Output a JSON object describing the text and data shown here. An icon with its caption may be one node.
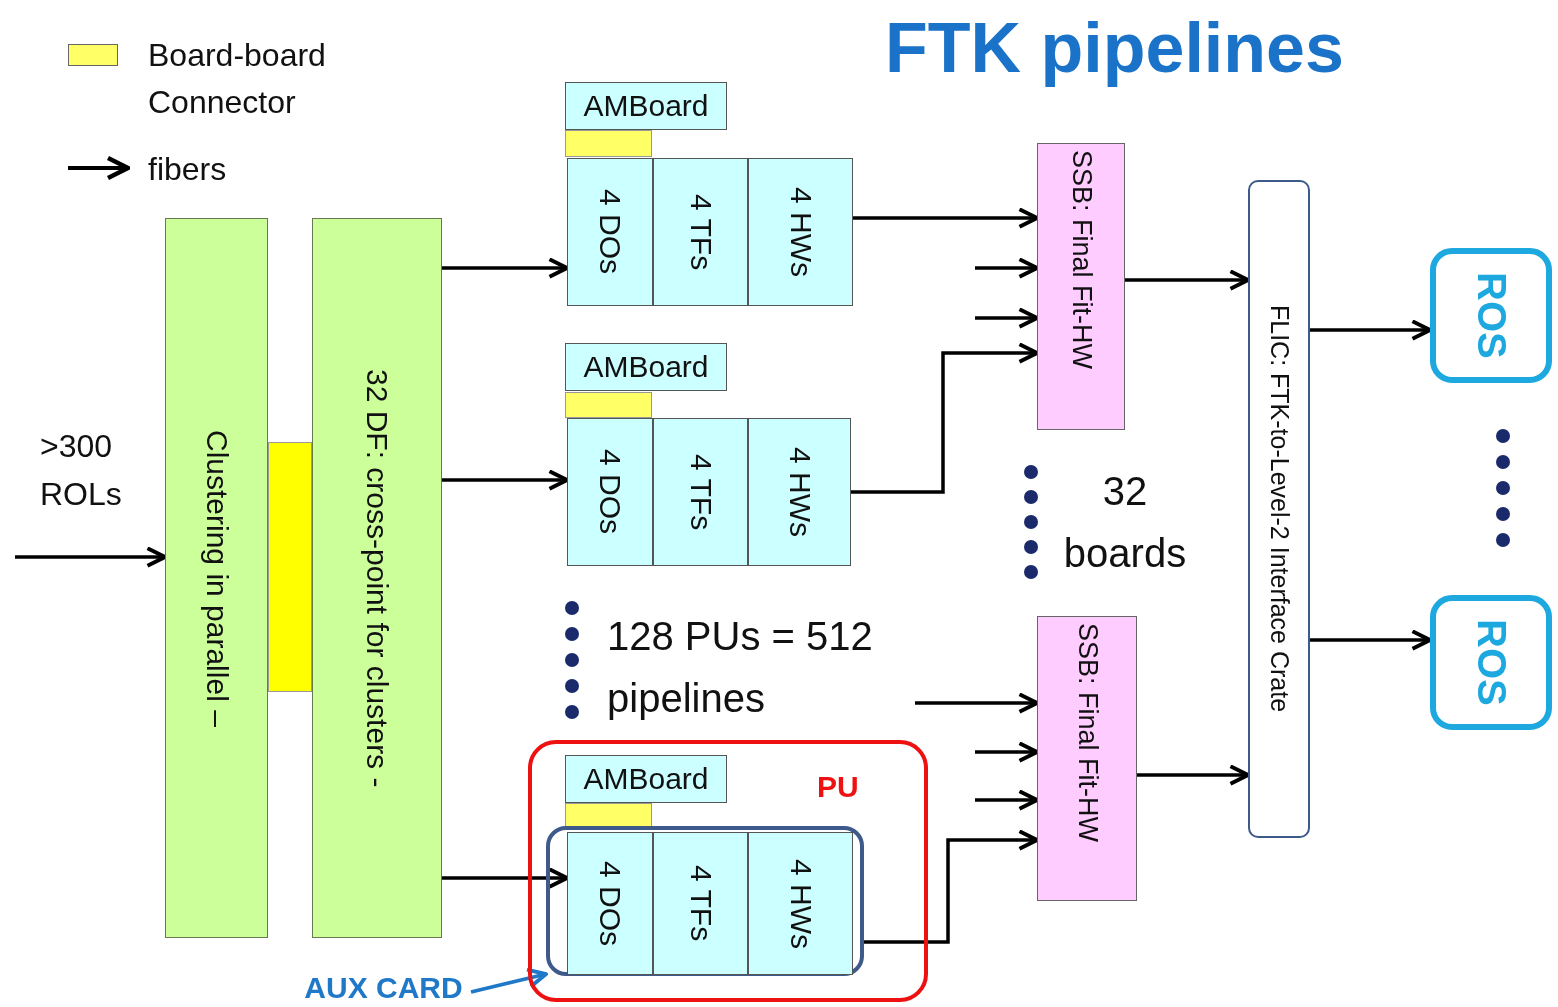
{
  "diagram": {
    "title": "FTK pipelines",
    "nodes": [
      {
        "text": [
          "Clustering in parallel –"
        ]
      },
      {
        "text": [
          "32 DF:  cross-point for clusters -"
        ]
      },
      {
        "text": [],
        "shape": "bar"
      },
      {
        "text": [
          "AMBoard"
        ]
      },
      {
        "text": [],
        "shape": "bar"
      },
      {
        "text": [
          "4 DOs"
        ]
      },
      {
        "text": [
          "4 TFs"
        ]
      },
      {
        "text": [
          "4 HWs"
        ]
      },
      {
        "text": [
          "AMBoard"
        ]
      },
      {
        "text": [],
        "shape": "bar"
      },
      {
        "text": [
          "4 DOs"
        ]
      },
      {
        "text": [
          "4 TFs"
        ]
      },
      {
        "text": [
          "4 HWs"
        ]
      },
      {
        "text": [
          "PU"
        ]
      },
      {
        "text": [
          "AMBoard"
        ],
        "in": 13
      },
      {
        "text": [],
        "shape": "bar",
        "in": 13
      },
      {
        "text": [],
        "shape": "box",
        "in": 13
      },
      {
        "text": [
          "4 DOs"
        ],
        "in": 16
      },
      {
        "text": [
          "4 TFs"
        ],
        "in": 16
      },
      {
        "text": [
          "4 HWs"
        ],
        "in": 16
      },
      {
        "text": [
          "SSB: Final Fit-HW"
        ]
      },
      {
        "text": [
          "SSB: Final Fit-HW"
        ]
      },
      {
        "text": [
          "FLIC:  FTK-to-Level-2 Interface Crate"
        ]
      },
      {
        "text": [
          "ROS"
        ]
      },
      {
        "text": [
          "ROS"
        ]
      },
      {
        "text": [
          "AUX CARD"
        ]
      }
    ],
    "edges": [
      {
        "from": null,
        "to": 0,
        "arrow": "to",
        "label": ">300 ROLs"
      },
      {
        "from": 1,
        "to": 5,
        "arrow": "to"
      },
      {
        "from": 1,
        "to": 10,
        "arrow": "to"
      },
      {
        "from": 1,
        "to": 17,
        "arrow": "to"
      },
      {
        "from": 7,
        "to": 20,
        "arrow": "to"
      },
      {
        "from": null,
        "to": 20,
        "arrow": "to"
      },
      {
        "from": null,
        "to": 20,
        "arrow": "to"
      },
      {
        "from": 12,
        "to": 20,
        "arrow": "to"
      },
      {
        "from": null,
        "to": 21,
        "arrow": "to"
      },
      {
        "from": null,
        "to": 21,
        "arrow": "to"
      },
      {
        "from": null,
        "to": 21,
        "arrow": "to"
      },
      {
        "from": 16,
        "to": 21,
        "arrow": "to"
      },
      {
        "from": 20,
        "to": 22,
        "arrow": "to"
      },
      {
        "from": 21,
        "to": 22,
        "arrow": "to"
      },
      {
        "from": 22,
        "to": 23,
        "arrow": "to"
      },
      {
        "from": 22,
        "to": 24,
        "arrow": "to"
      },
      {
        "from": 25,
        "to": 16,
        "arrow": "to",
        "color": "#1f78c8"
      }
    ],
    "labels": [
      "32 boards",
      "128 PUs = 512 pipelines"
    ],
    "legend": [
      {
        "text": "Board-board Connector",
        "color": "#ffff66"
      },
      {
        "text": "fibers"
      }
    ]
  }
}
